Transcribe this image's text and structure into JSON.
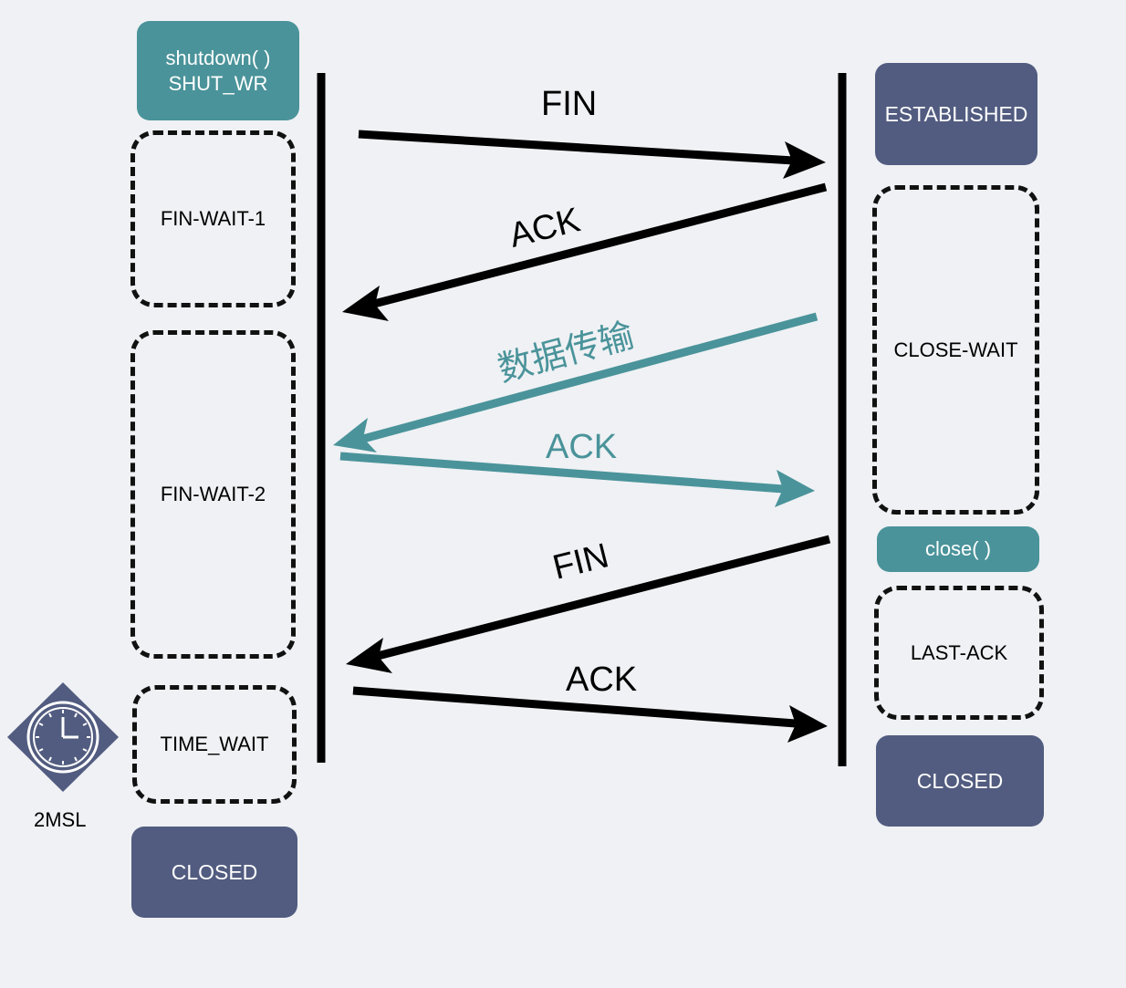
{
  "client_states": {
    "shutdown_call": {
      "line1": "shutdown( )",
      "line2": "SHUT_WR"
    },
    "fin_wait_1": "FIN-WAIT-1",
    "fin_wait_2": "FIN-WAIT-2",
    "time_wait": "TIME_WAIT",
    "closed": "CLOSED"
  },
  "server_states": {
    "established": "ESTABLISHED",
    "close_wait": "CLOSE-WAIT",
    "close_call": "close( )",
    "last_ack": "LAST-ACK",
    "closed": "CLOSED"
  },
  "timer": {
    "label": "2MSL",
    "icon": "clock-icon"
  },
  "messages": [
    {
      "label": "FIN",
      "direction": "client-to-server",
      "color": "#000000"
    },
    {
      "label": "ACK",
      "direction": "server-to-client",
      "color": "#000000"
    },
    {
      "label": "数据传输",
      "direction": "server-to-client",
      "color": "#4a939a"
    },
    {
      "label": "ACK",
      "direction": "client-to-server",
      "color": "#4a939a"
    },
    {
      "label": "FIN",
      "direction": "server-to-client",
      "color": "#000000"
    },
    {
      "label": "ACK",
      "direction": "client-to-server",
      "color": "#000000"
    }
  ],
  "colors": {
    "background": "#eff1f4",
    "navy": "#525c80",
    "teal": "#4a939a",
    "black": "#000000"
  }
}
